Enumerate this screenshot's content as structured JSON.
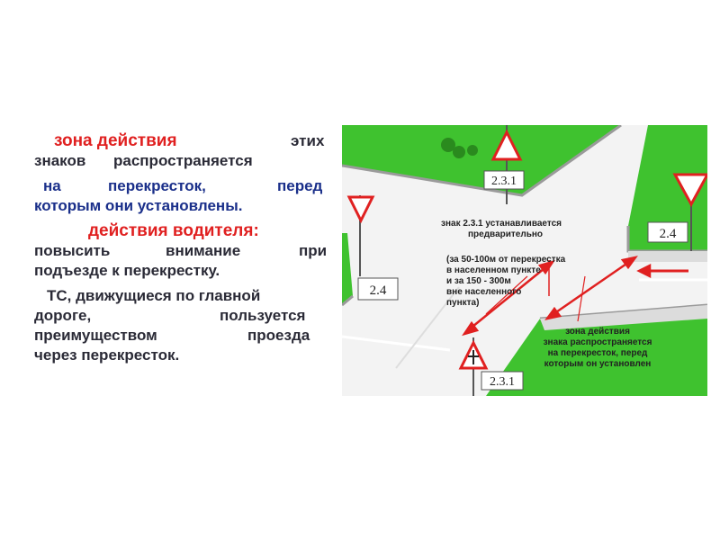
{
  "left_text": {
    "p1_a": "зона действия",
    "p1_b": "этих",
    "p1_c1": "знаков",
    "p1_c2": "распространяется",
    "p1_d1": "на",
    "p1_d2": "перекресток,",
    "p1_d3": "перед",
    "p1_e": "которым они установлены.",
    "p2_a": "действия водителя:",
    "p2_b1": "повысить",
    "p2_b2": "внимание",
    "p2_b3": "при",
    "p2_c": "подъезде к перекрестку.",
    "p3_a": "ТС, движущиеся по главной",
    "p3_b1": "дороге,",
    "p3_b2": "пользуется",
    "p3_c1": "преимуществом",
    "p3_c2": "проезда",
    "p3_d": "через перекресток."
  },
  "illustration": {
    "sign_labels": [
      "2.3.1",
      "2.4",
      "2.4",
      "2.3.1"
    ],
    "note_top": [
      "знак 2.3.1 устанавливается",
      "предварительно",
      "(за 50-100м от перекрестка",
      "в населенном пункте",
      "и за 150 - 300м",
      "вне населенного",
      "пункта)"
    ],
    "note_bottom": [
      "зона действия",
      "знака распространяется",
      "на перекресток, перед",
      "которым он установлен"
    ]
  },
  "colors": {
    "heading_red": "#e02020",
    "body_blue": "#1a2f8a",
    "grass": "#3fc22f",
    "road": "#f2f2f2",
    "arrow": "#e02020"
  }
}
